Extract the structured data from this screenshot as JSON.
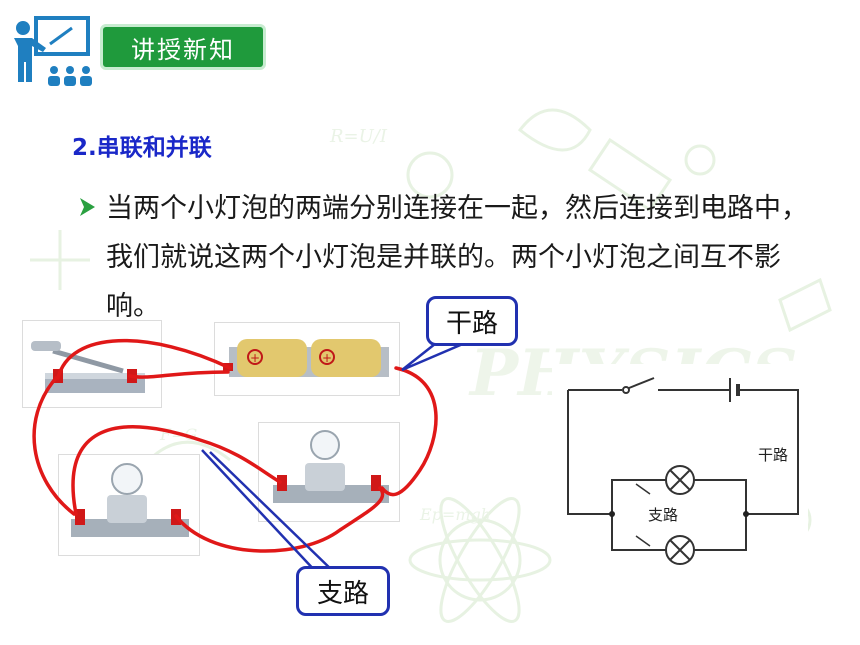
{
  "header": {
    "section_label": "讲授新知",
    "icon": "teacher-presentation-icon"
  },
  "subtitle": "2.串联和并联",
  "paragraph": "当两个小灯泡的两端分别连接在一起，然后连接到电路中，我们就说这两个小灯泡是并联的。两个小灯泡之间互不影响。",
  "callouts": {
    "main_circuit": "干路",
    "branch_circuit": "支路"
  },
  "schematic": {
    "main_label": "干路",
    "branch_label": "支路"
  },
  "colors": {
    "section_green": "#1f9a3c",
    "subtitle_blue": "#1a28c8",
    "callout_border": "#2131b0",
    "wire_red": "#e01818",
    "arrow_green": "#2aa040"
  },
  "background_text": {
    "formula_1": "R=U/I",
    "formula_2": "F=G",
    "formula_3": "Ep=mgh",
    "word": "PHYSICS"
  }
}
